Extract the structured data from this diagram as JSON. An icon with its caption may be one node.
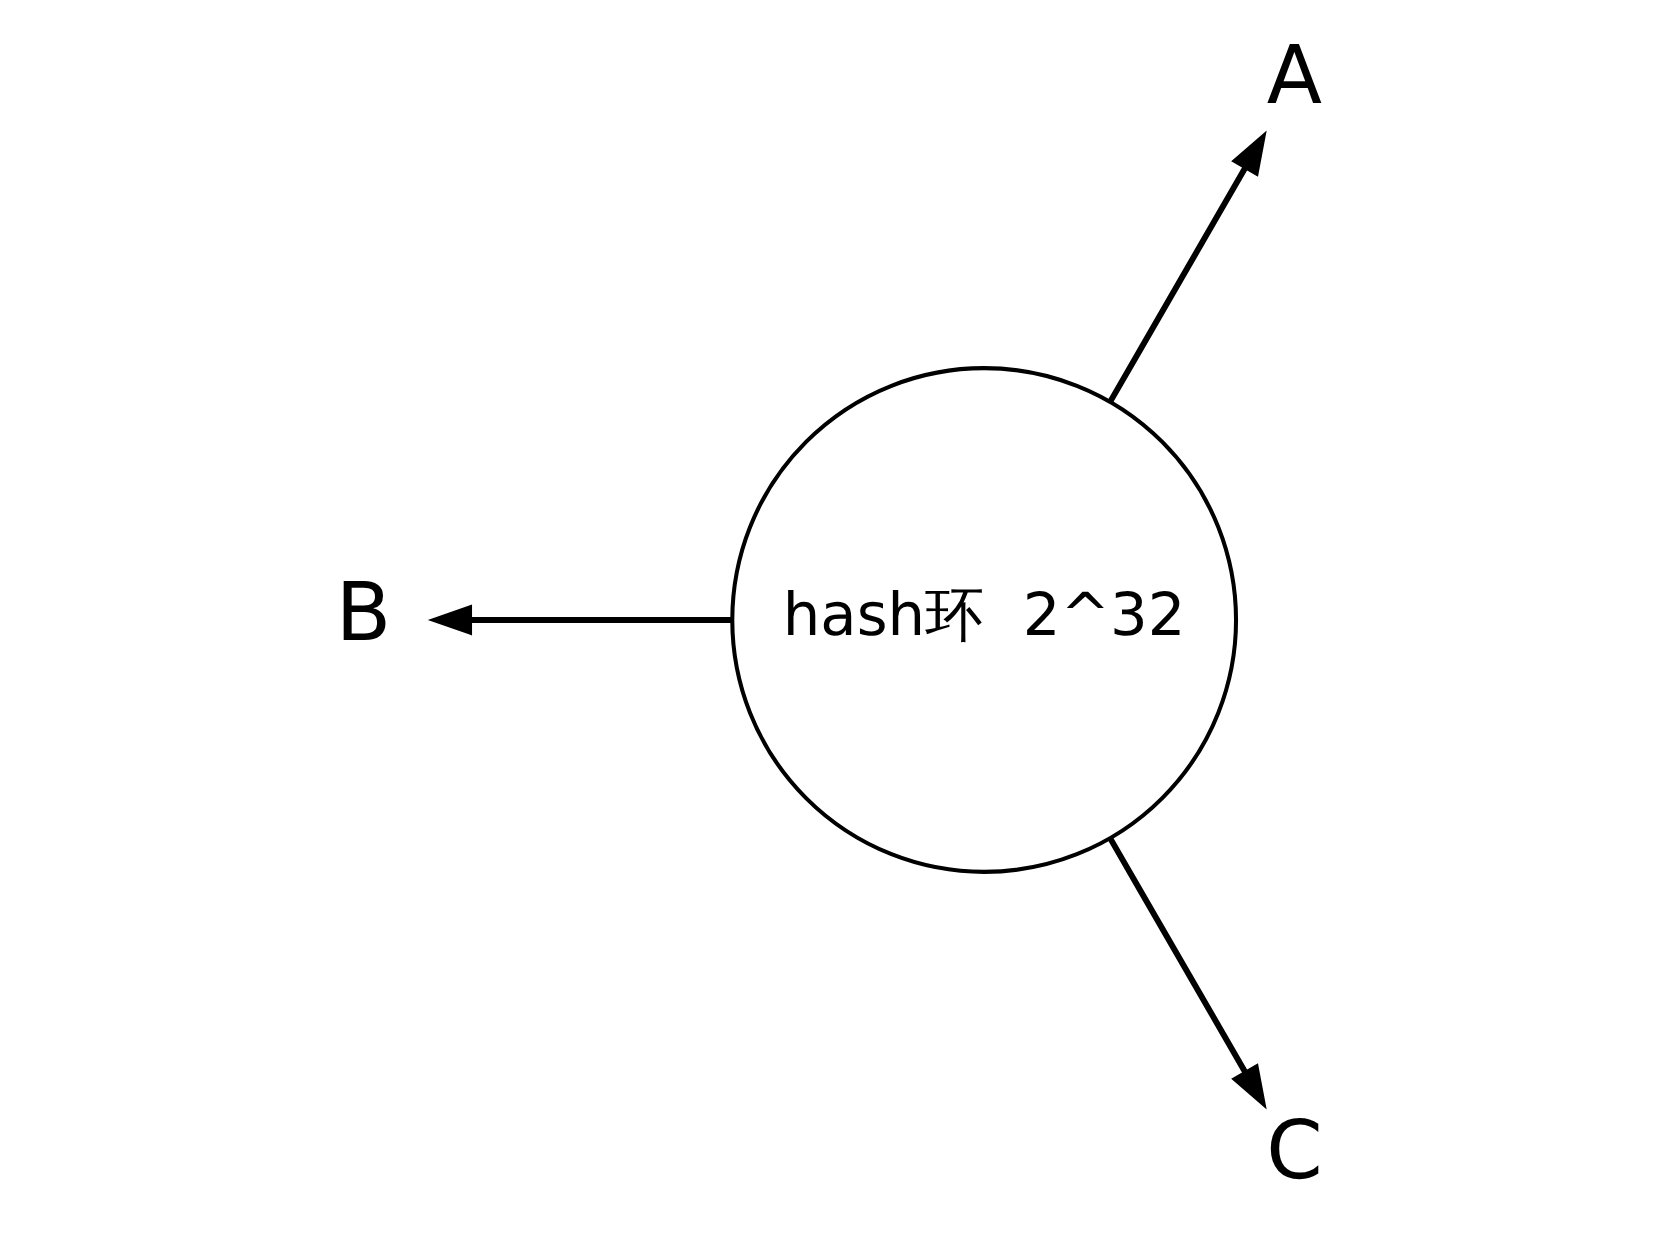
{
  "diagram": {
    "nodes": [
      {
        "text": [
          "hash环  2^32"
        ]
      },
      {
        "text": [
          "A"
        ]
      },
      {
        "text": [
          "B"
        ]
      },
      {
        "text": [
          "C"
        ]
      }
    ],
    "edges": [
      {
        "from": 0,
        "to": 1,
        "arrow": "to"
      },
      {
        "from": 0,
        "to": 2,
        "arrow": "to"
      },
      {
        "from": 0,
        "to": 3,
        "arrow": "to"
      }
    ]
  }
}
